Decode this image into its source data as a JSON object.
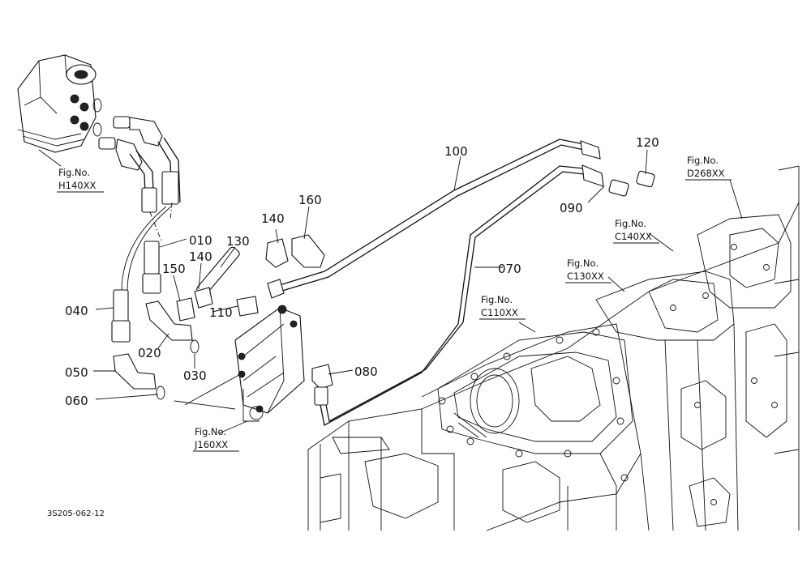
{
  "part_numbers": {
    "p100": "100",
    "p120": "120",
    "p160": "160",
    "p140a": "140",
    "p010": "010",
    "p130": "130",
    "p140b": "140",
    "p150": "150",
    "p090": "090",
    "p070": "070",
    "p040": "040",
    "p110": "110",
    "p020": "020",
    "p030": "030",
    "p050": "050",
    "p080": "080",
    "p060": "060"
  },
  "figure_refs": {
    "h140": {
      "line1": "Fig.No.",
      "line2": "H140XX"
    },
    "d268": {
      "line1": "Fig.No.",
      "line2": "D268XX"
    },
    "c140": {
      "line1": "Fig.No.",
      "line2": "C140XX"
    },
    "c130": {
      "line1": "Fig.No.",
      "line2": "C130XX"
    },
    "c110": {
      "line1": "Fig.No.",
      "line2": "C110XX"
    },
    "j160": {
      "line1": "Fig.No.",
      "line2": "J160XX"
    }
  },
  "drawing_code": "3S205-062-12"
}
